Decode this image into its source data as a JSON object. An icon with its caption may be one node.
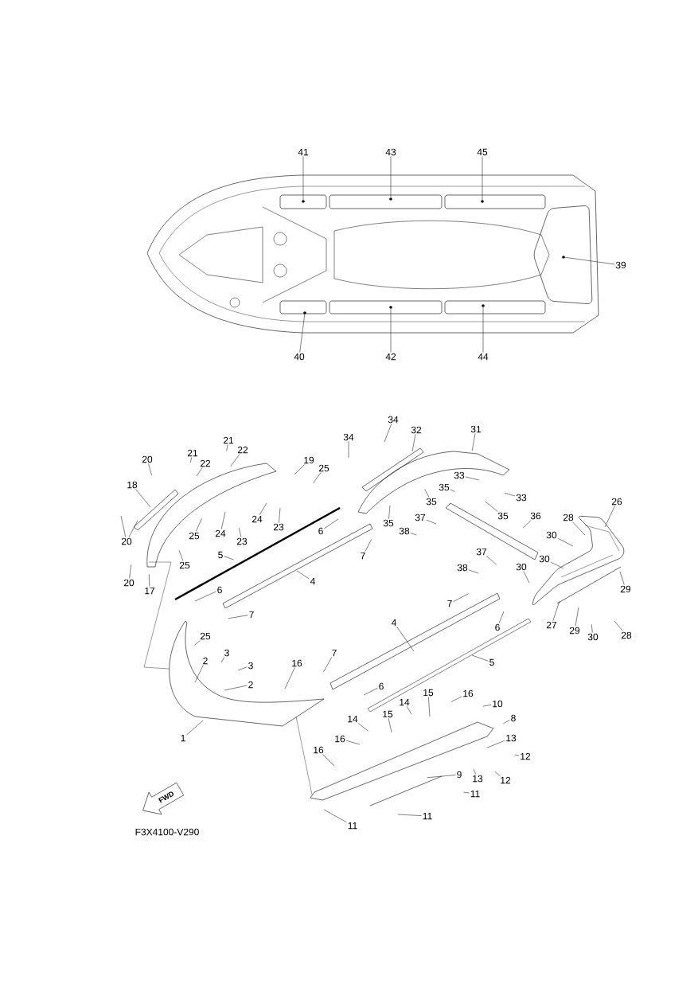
{
  "diagram": {
    "nodes": [
      {
        "text": [
          "41"
        ]
      },
      {
        "text": [
          "43"
        ]
      },
      {
        "text": [
          "45"
        ]
      },
      {
        "text": [
          "39"
        ]
      },
      {
        "text": [
          "40"
        ]
      },
      {
        "text": [
          "42"
        ]
      },
      {
        "text": [
          "44"
        ]
      },
      {
        "text": [
          "34"
        ]
      },
      {
        "text": [
          "32"
        ]
      },
      {
        "text": [
          "31"
        ]
      },
      {
        "text": [
          "21"
        ]
      },
      {
        "text": [
          "34"
        ]
      },
      {
        "text": [
          "21"
        ]
      },
      {
        "text": [
          "22"
        ]
      },
      {
        "text": [
          "20"
        ]
      },
      {
        "text": [
          "22"
        ]
      },
      {
        "text": [
          "19"
        ]
      },
      {
        "text": [
          "25"
        ]
      },
      {
        "text": [
          "33"
        ]
      },
      {
        "text": [
          "35"
        ]
      },
      {
        "text": [
          "18"
        ]
      },
      {
        "text": [
          "33"
        ]
      },
      {
        "text": [
          "26"
        ]
      },
      {
        "text": [
          "35"
        ]
      },
      {
        "text": [
          "35"
        ]
      },
      {
        "text": [
          "37"
        ]
      },
      {
        "text": [
          "36"
        ]
      },
      {
        "text": [
          "24"
        ]
      },
      {
        "text": [
          "23"
        ]
      },
      {
        "text": [
          "6"
        ]
      },
      {
        "text": [
          "35"
        ]
      },
      {
        "text": [
          "28"
        ]
      },
      {
        "text": [
          "38"
        ]
      },
      {
        "text": [
          "24"
        ]
      },
      {
        "text": [
          "25"
        ]
      },
      {
        "text": [
          "23"
        ]
      },
      {
        "text": [
          "20"
        ]
      },
      {
        "text": [
          "30"
        ]
      },
      {
        "text": [
          "30"
        ]
      },
      {
        "text": [
          "5"
        ]
      },
      {
        "text": [
          "7"
        ]
      },
      {
        "text": [
          "37"
        ]
      },
      {
        "text": [
          "38"
        ]
      },
      {
        "text": [
          "25"
        ]
      },
      {
        "text": [
          "30"
        ]
      },
      {
        "text": [
          "4"
        ]
      },
      {
        "text": [
          "20"
        ]
      },
      {
        "text": [
          "17"
        ]
      },
      {
        "text": [
          "6"
        ]
      },
      {
        "text": [
          "7"
        ]
      },
      {
        "text": [
          "29"
        ]
      },
      {
        "text": [
          "7"
        ]
      },
      {
        "text": [
          "4"
        ]
      },
      {
        "text": [
          "27"
        ]
      },
      {
        "text": [
          "28"
        ]
      },
      {
        "text": [
          "6"
        ]
      },
      {
        "text": [
          "29"
        ]
      },
      {
        "text": [
          "30"
        ]
      },
      {
        "text": [
          "25"
        ]
      },
      {
        "text": [
          "3"
        ]
      },
      {
        "text": [
          "7"
        ]
      },
      {
        "text": [
          "2"
        ]
      },
      {
        "text": [
          "16"
        ]
      },
      {
        "text": [
          "5"
        ]
      },
      {
        "text": [
          "3"
        ]
      },
      {
        "text": [
          "2"
        ]
      },
      {
        "text": [
          "6"
        ]
      },
      {
        "text": [
          "15"
        ]
      },
      {
        "text": [
          "16"
        ]
      },
      {
        "text": [
          "14"
        ]
      },
      {
        "text": [
          "10"
        ]
      },
      {
        "text": [
          "15"
        ]
      },
      {
        "text": [
          "8"
        ]
      },
      {
        "text": [
          "14"
        ]
      },
      {
        "text": [
          "1"
        ]
      },
      {
        "text": [
          "13"
        ]
      },
      {
        "text": [
          "16"
        ]
      },
      {
        "text": [
          "16"
        ]
      },
      {
        "text": [
          "12"
        ]
      },
      {
        "text": [
          "9"
        ]
      },
      {
        "text": [
          "13"
        ]
      },
      {
        "text": [
          "12"
        ]
      },
      {
        "text": [
          "11"
        ]
      },
      {
        "text": [
          "11"
        ]
      },
      {
        "text": [
          "11"
        ]
      },
      {
        "text": [],
        "shape": "circle"
      },
      {
        "text": [],
        "shape": "circle"
      },
      {
        "text": [],
        "shape": "circle"
      },
      {
        "text": [],
        "shape": "circle"
      },
      {
        "text": [],
        "shape": "circle"
      },
      {
        "text": [],
        "shape": "circle"
      },
      {
        "text": [],
        "shape": "circle"
      }
    ],
    "edges": [
      {
        "from": 0,
        "to": 85,
        "arrow": "none"
      },
      {
        "from": 1,
        "to": 86,
        "arrow": "none"
      },
      {
        "from": 2,
        "to": 87,
        "arrow": "none"
      },
      {
        "from": 3,
        "to": 88,
        "arrow": "none"
      },
      {
        "from": 4,
        "to": 89,
        "arrow": "none"
      },
      {
        "from": 5,
        "to": 90,
        "arrow": "none"
      },
      {
        "from": 6,
        "to": 91,
        "arrow": "none"
      },
      {
        "from": 7,
        "to": null,
        "arrow": "none"
      },
      {
        "from": 8,
        "to": null,
        "arrow": "none"
      },
      {
        "from": 9,
        "to": null,
        "arrow": "none"
      },
      {
        "from": 10,
        "to": null,
        "arrow": "none"
      },
      {
        "from": 11,
        "to": null,
        "arrow": "none"
      },
      {
        "from": 12,
        "to": null,
        "arrow": "none"
      },
      {
        "from": 13,
        "to": null,
        "arrow": "none"
      },
      {
        "from": 14,
        "to": null,
        "arrow": "none"
      },
      {
        "from": 15,
        "to": null,
        "arrow": "none"
      },
      {
        "from": 16,
        "to": null,
        "arrow": "none"
      },
      {
        "from": 17,
        "to": null,
        "arrow": "none"
      },
      {
        "from": 18,
        "to": null,
        "arrow": "none"
      },
      {
        "from": 19,
        "to": null,
        "arrow": "none"
      },
      {
        "from": 20,
        "to": null,
        "arrow": "none"
      },
      {
        "from": 21,
        "to": null,
        "arrow": "none"
      },
      {
        "from": 22,
        "to": null,
        "arrow": "none"
      },
      {
        "from": 23,
        "to": null,
        "arrow": "none"
      },
      {
        "from": 24,
        "to": null,
        "arrow": "none"
      },
      {
        "from": 25,
        "to": null,
        "arrow": "none"
      },
      {
        "from": 26,
        "to": null,
        "arrow": "none"
      },
      {
        "from": 27,
        "to": null,
        "arrow": "none"
      },
      {
        "from": 28,
        "to": null,
        "arrow": "none"
      },
      {
        "from": 29,
        "to": null,
        "arrow": "none"
      },
      {
        "from": 30,
        "to": null,
        "arrow": "none"
      },
      {
        "from": 31,
        "to": null,
        "arrow": "none"
      },
      {
        "from": 32,
        "to": null,
        "arrow": "none"
      },
      {
        "from": 33,
        "to": null,
        "arrow": "none"
      },
      {
        "from": 34,
        "to": null,
        "arrow": "none"
      },
      {
        "from": 35,
        "to": null,
        "arrow": "none"
      },
      {
        "from": 36,
        "to": null,
        "arrow": "none"
      },
      {
        "from": 37,
        "to": null,
        "arrow": "none"
      },
      {
        "from": 38,
        "to": null,
        "arrow": "none"
      },
      {
        "from": 39,
        "to": null,
        "arrow": "none"
      },
      {
        "from": 40,
        "to": null,
        "arrow": "none"
      },
      {
        "from": 41,
        "to": null,
        "arrow": "none"
      },
      {
        "from": 42,
        "to": null,
        "arrow": "none"
      },
      {
        "from": 43,
        "to": null,
        "arrow": "none"
      },
      {
        "from": 44,
        "to": null,
        "arrow": "none"
      },
      {
        "from": 45,
        "to": null,
        "arrow": "none"
      },
      {
        "from": 46,
        "to": null,
        "arrow": "none"
      },
      {
        "from": 47,
        "to": null,
        "arrow": "none"
      },
      {
        "from": 48,
        "to": null,
        "arrow": "none"
      },
      {
        "from": 49,
        "to": null,
        "arrow": "none"
      },
      {
        "from": 50,
        "to": null,
        "arrow": "none"
      },
      {
        "from": 51,
        "to": null,
        "arrow": "none"
      },
      {
        "from": 52,
        "to": null,
        "arrow": "none"
      },
      {
        "from": 53,
        "to": null,
        "arrow": "none"
      },
      {
        "from": 54,
        "to": null,
        "arrow": "none"
      },
      {
        "from": 55,
        "to": null,
        "arrow": "none"
      },
      {
        "from": 56,
        "to": null,
        "arrow": "none"
      },
      {
        "from": 57,
        "to": null,
        "arrow": "none"
      },
      {
        "from": 58,
        "to": null,
        "arrow": "none"
      },
      {
        "from": 59,
        "to": null,
        "arrow": "none"
      },
      {
        "from": 60,
        "to": null,
        "arrow": "none"
      },
      {
        "from": 61,
        "to": null,
        "arrow": "none"
      },
      {
        "from": 62,
        "to": null,
        "arrow": "none"
      },
      {
        "from": 63,
        "to": null,
        "arrow": "none"
      },
      {
        "from": 64,
        "to": null,
        "arrow": "none"
      },
      {
        "from": 65,
        "to": null,
        "arrow": "none"
      },
      {
        "from": 66,
        "to": null,
        "arrow": "none"
      },
      {
        "from": 67,
        "to": null,
        "arrow": "none"
      },
      {
        "from": 68,
        "to": null,
        "arrow": "none"
      },
      {
        "from": 69,
        "to": null,
        "arrow": "none"
      },
      {
        "from": 70,
        "to": null,
        "arrow": "none"
      },
      {
        "from": 71,
        "to": null,
        "arrow": "none"
      },
      {
        "from": 72,
        "to": null,
        "arrow": "none"
      },
      {
        "from": 73,
        "to": null,
        "arrow": "none"
      },
      {
        "from": 74,
        "to": null,
        "arrow": "none"
      },
      {
        "from": 75,
        "to": null,
        "arrow": "none"
      },
      {
        "from": 76,
        "to": null,
        "arrow": "none"
      },
      {
        "from": 77,
        "to": null,
        "arrow": "none"
      },
      {
        "from": 78,
        "to": null,
        "arrow": "none"
      },
      {
        "from": 79,
        "to": null,
        "arrow": "none"
      },
      {
        "from": 80,
        "to": null,
        "arrow": "none"
      },
      {
        "from": 81,
        "to": null,
        "arrow": "none"
      },
      {
        "from": 82,
        "to": null,
        "arrow": "none"
      },
      {
        "from": 83,
        "to": null,
        "arrow": "none"
      },
      {
        "from": 84,
        "to": null,
        "arrow": "none"
      },
      {
        "from": 36,
        "to": null,
        "arrow": "none"
      }
    ],
    "labels": [
      "FWD",
      "F3X4100-V290"
    ]
  }
}
